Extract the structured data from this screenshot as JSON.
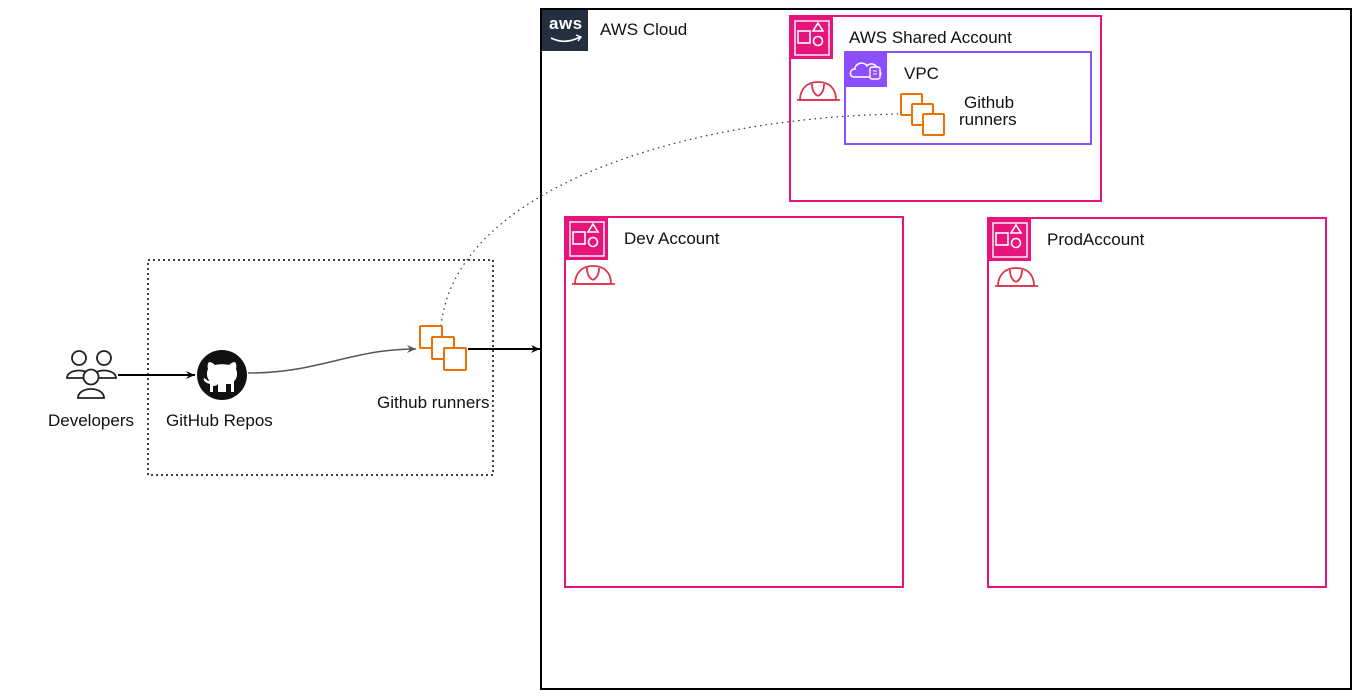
{
  "developers": {
    "label": "Developers"
  },
  "github_repos": {
    "label": "GitHub Repos"
  },
  "github_runners_local": {
    "label": "Github runners"
  },
  "aws_cloud": {
    "label": "AWS Cloud",
    "logo_text": "aws"
  },
  "shared_account": {
    "label": "AWS Shared Account",
    "vpc": {
      "label": "VPC"
    },
    "runners": {
      "line1": "Github",
      "line2": "runners"
    }
  },
  "dev_account": {
    "label": "Dev Account"
  },
  "prod_account": {
    "label": "ProdAccount"
  },
  "colors": {
    "account_border": "#E7157B",
    "vpc_border": "#8C4FFF",
    "runner_orange": "#ED7100",
    "aws_dark": "#232F3E",
    "helmet_red": "#DD344C"
  },
  "icons": {
    "developers": "users-icon",
    "github": "github-icon",
    "runners": "compute-instances-icon",
    "account": "account-icon",
    "helmet": "hard-hat-icon",
    "vpc": "vpc-cloud-icon",
    "aws": "aws-logo-icon"
  }
}
